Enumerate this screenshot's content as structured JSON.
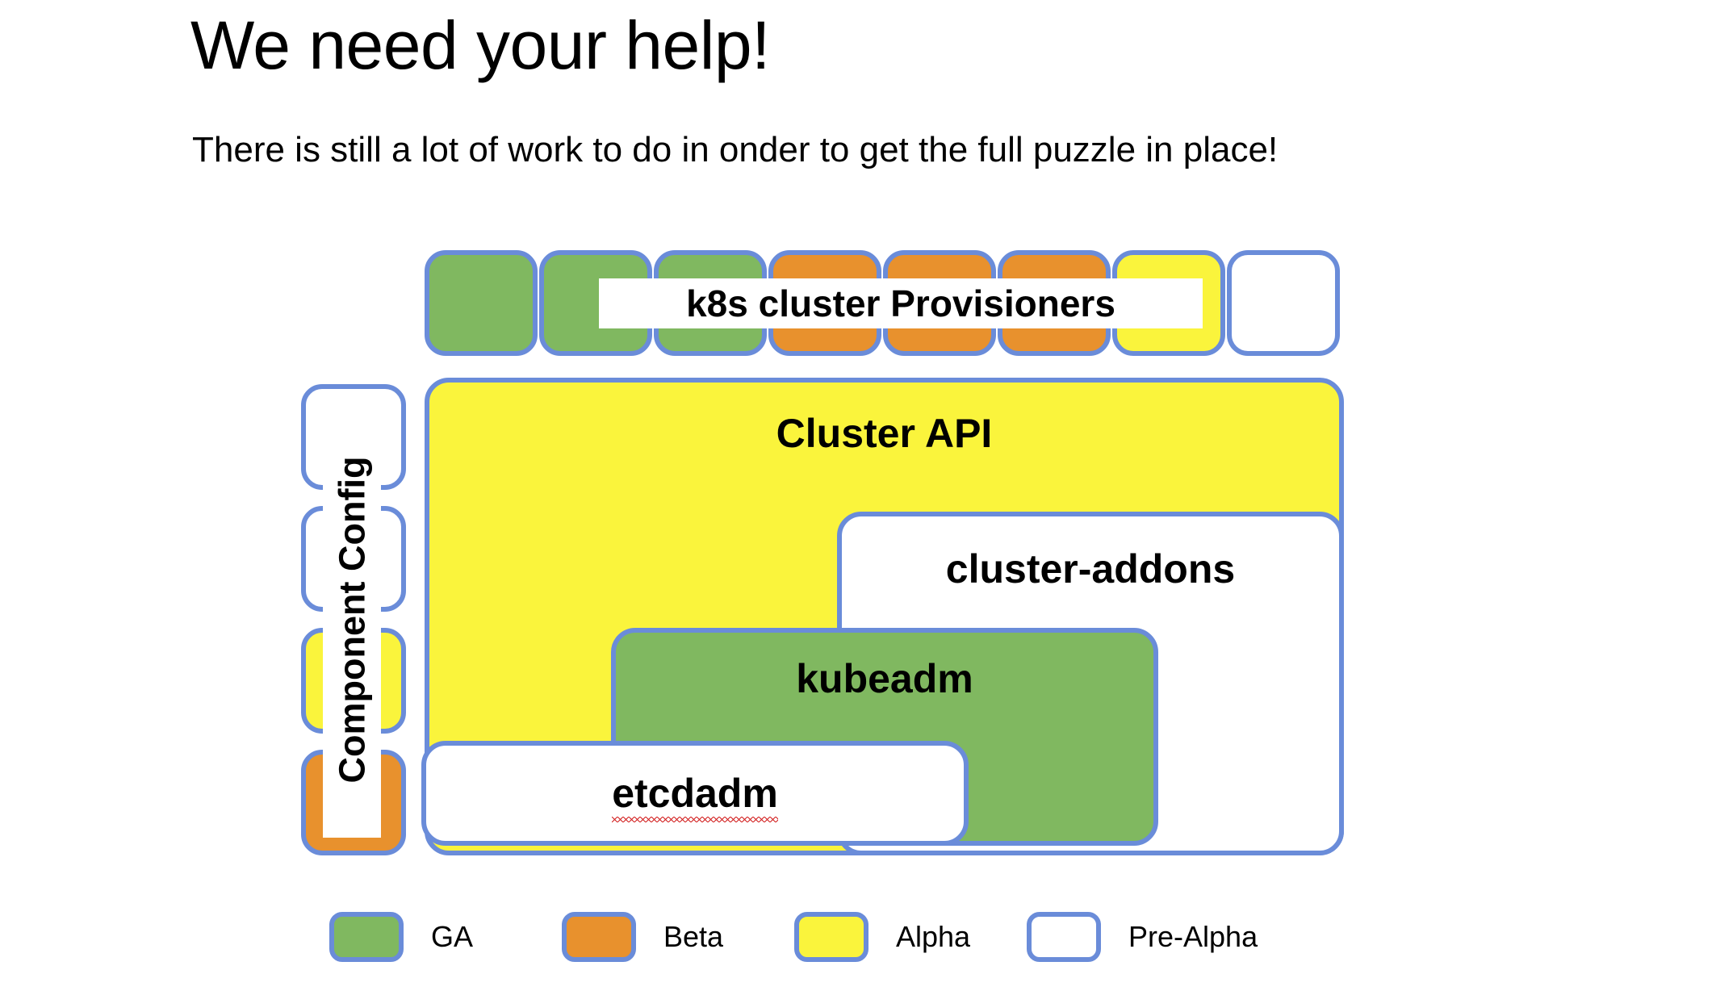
{
  "slide": {
    "title": "We need your help!",
    "subtitle": "There is still a lot of work to do in onder to get the full puzzle in place!"
  },
  "colors": {
    "ga": "#80b860",
    "beta": "#e8912d",
    "alpha": "#faf43c",
    "pre_alpha": "#ffffff",
    "outline": "#6a8cd9",
    "spellcheck_underline": "#d32222"
  },
  "provisioners": {
    "label": "k8s cluster Provisioners",
    "cells": [
      {
        "maturity": "GA",
        "color": "#80b860"
      },
      {
        "maturity": "GA",
        "color": "#80b860"
      },
      {
        "maturity": "GA",
        "color": "#80b860"
      },
      {
        "maturity": "Beta",
        "color": "#e8912d"
      },
      {
        "maturity": "Beta",
        "color": "#e8912d"
      },
      {
        "maturity": "Beta",
        "color": "#e8912d"
      },
      {
        "maturity": "Alpha",
        "color": "#faf43c"
      },
      {
        "maturity": "Pre-Alpha",
        "color": "#ffffff"
      }
    ]
  },
  "component_config": {
    "label": "Component Config",
    "cells": [
      {
        "maturity": "Pre-Alpha",
        "color": "#ffffff"
      },
      {
        "maturity": "Pre-Alpha",
        "color": "#ffffff"
      },
      {
        "maturity": "Alpha",
        "color": "#faf43c"
      },
      {
        "maturity": "Beta",
        "color": "#e8912d"
      }
    ]
  },
  "blocks": {
    "cluster_api": {
      "label": "Cluster API",
      "maturity": "Alpha",
      "color": "#faf43c"
    },
    "cluster_addons": {
      "label": "cluster-addons",
      "maturity": "Pre-Alpha",
      "color": "#ffffff"
    },
    "kubeadm": {
      "label": "kubeadm",
      "maturity": "GA",
      "color": "#80b860"
    },
    "etcdadm": {
      "label": "etcdadm",
      "maturity": "Pre-Alpha",
      "color": "#ffffff",
      "spellchecked": true
    }
  },
  "legend": {
    "items": [
      {
        "label": "GA",
        "color": "#80b860"
      },
      {
        "label": "Beta",
        "color": "#e8912d"
      },
      {
        "label": "Alpha",
        "color": "#faf43c"
      },
      {
        "label": "Pre-Alpha",
        "color": "#ffffff"
      }
    ]
  }
}
